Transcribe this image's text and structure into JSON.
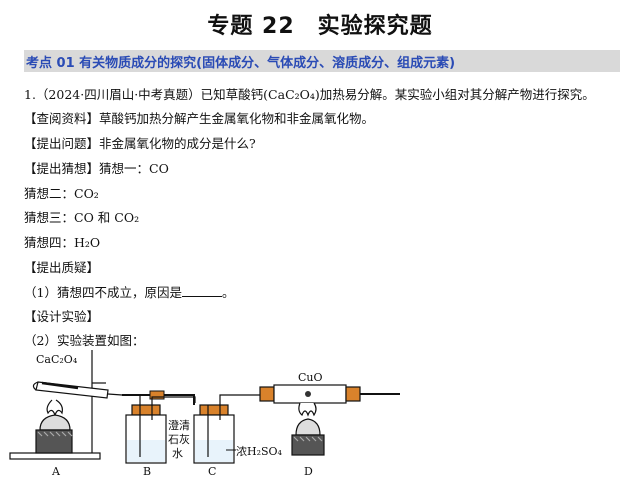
{
  "title": "专题 22　实验探究题",
  "section": "考点 01  有关物质成分的探究(固体成分、气体成分、溶质成分、组成元素)",
  "q1": {
    "intro": "1.（2024·四川眉山·中考真题）已知草酸钙(CaC₂O₄)加热易分解。某实验小组对其分解产物进行探究。",
    "info": "【查阅资料】草酸钙加热分解产生金属氧化物和非金属氧化物。",
    "question": "【提出问题】非金属氧化物的成分是什么?",
    "guess1": "【提出猜想】猜想一：CO",
    "guess2": "猜想二：CO₂",
    "guess3": "猜想三：CO 和 CO₂",
    "guess4": "猜想四：H₂O",
    "doubt": "【提出质疑】",
    "doubt_q_prefix": "（1）猜想四不成立，原因是",
    "doubt_q_suffix": "。",
    "design": "【设计实验】",
    "device": "（2）实验装置如图："
  },
  "diagram": {
    "reagent_a": "CaC₂O₄",
    "reagent_b": "澄清石灰水",
    "reagent_b_lines": [
      "澄清",
      "石灰",
      "水"
    ],
    "reagent_c": "浓H₂SO₄",
    "reagent_d": "CuO",
    "labels": [
      "A",
      "B",
      "C",
      "D"
    ]
  }
}
